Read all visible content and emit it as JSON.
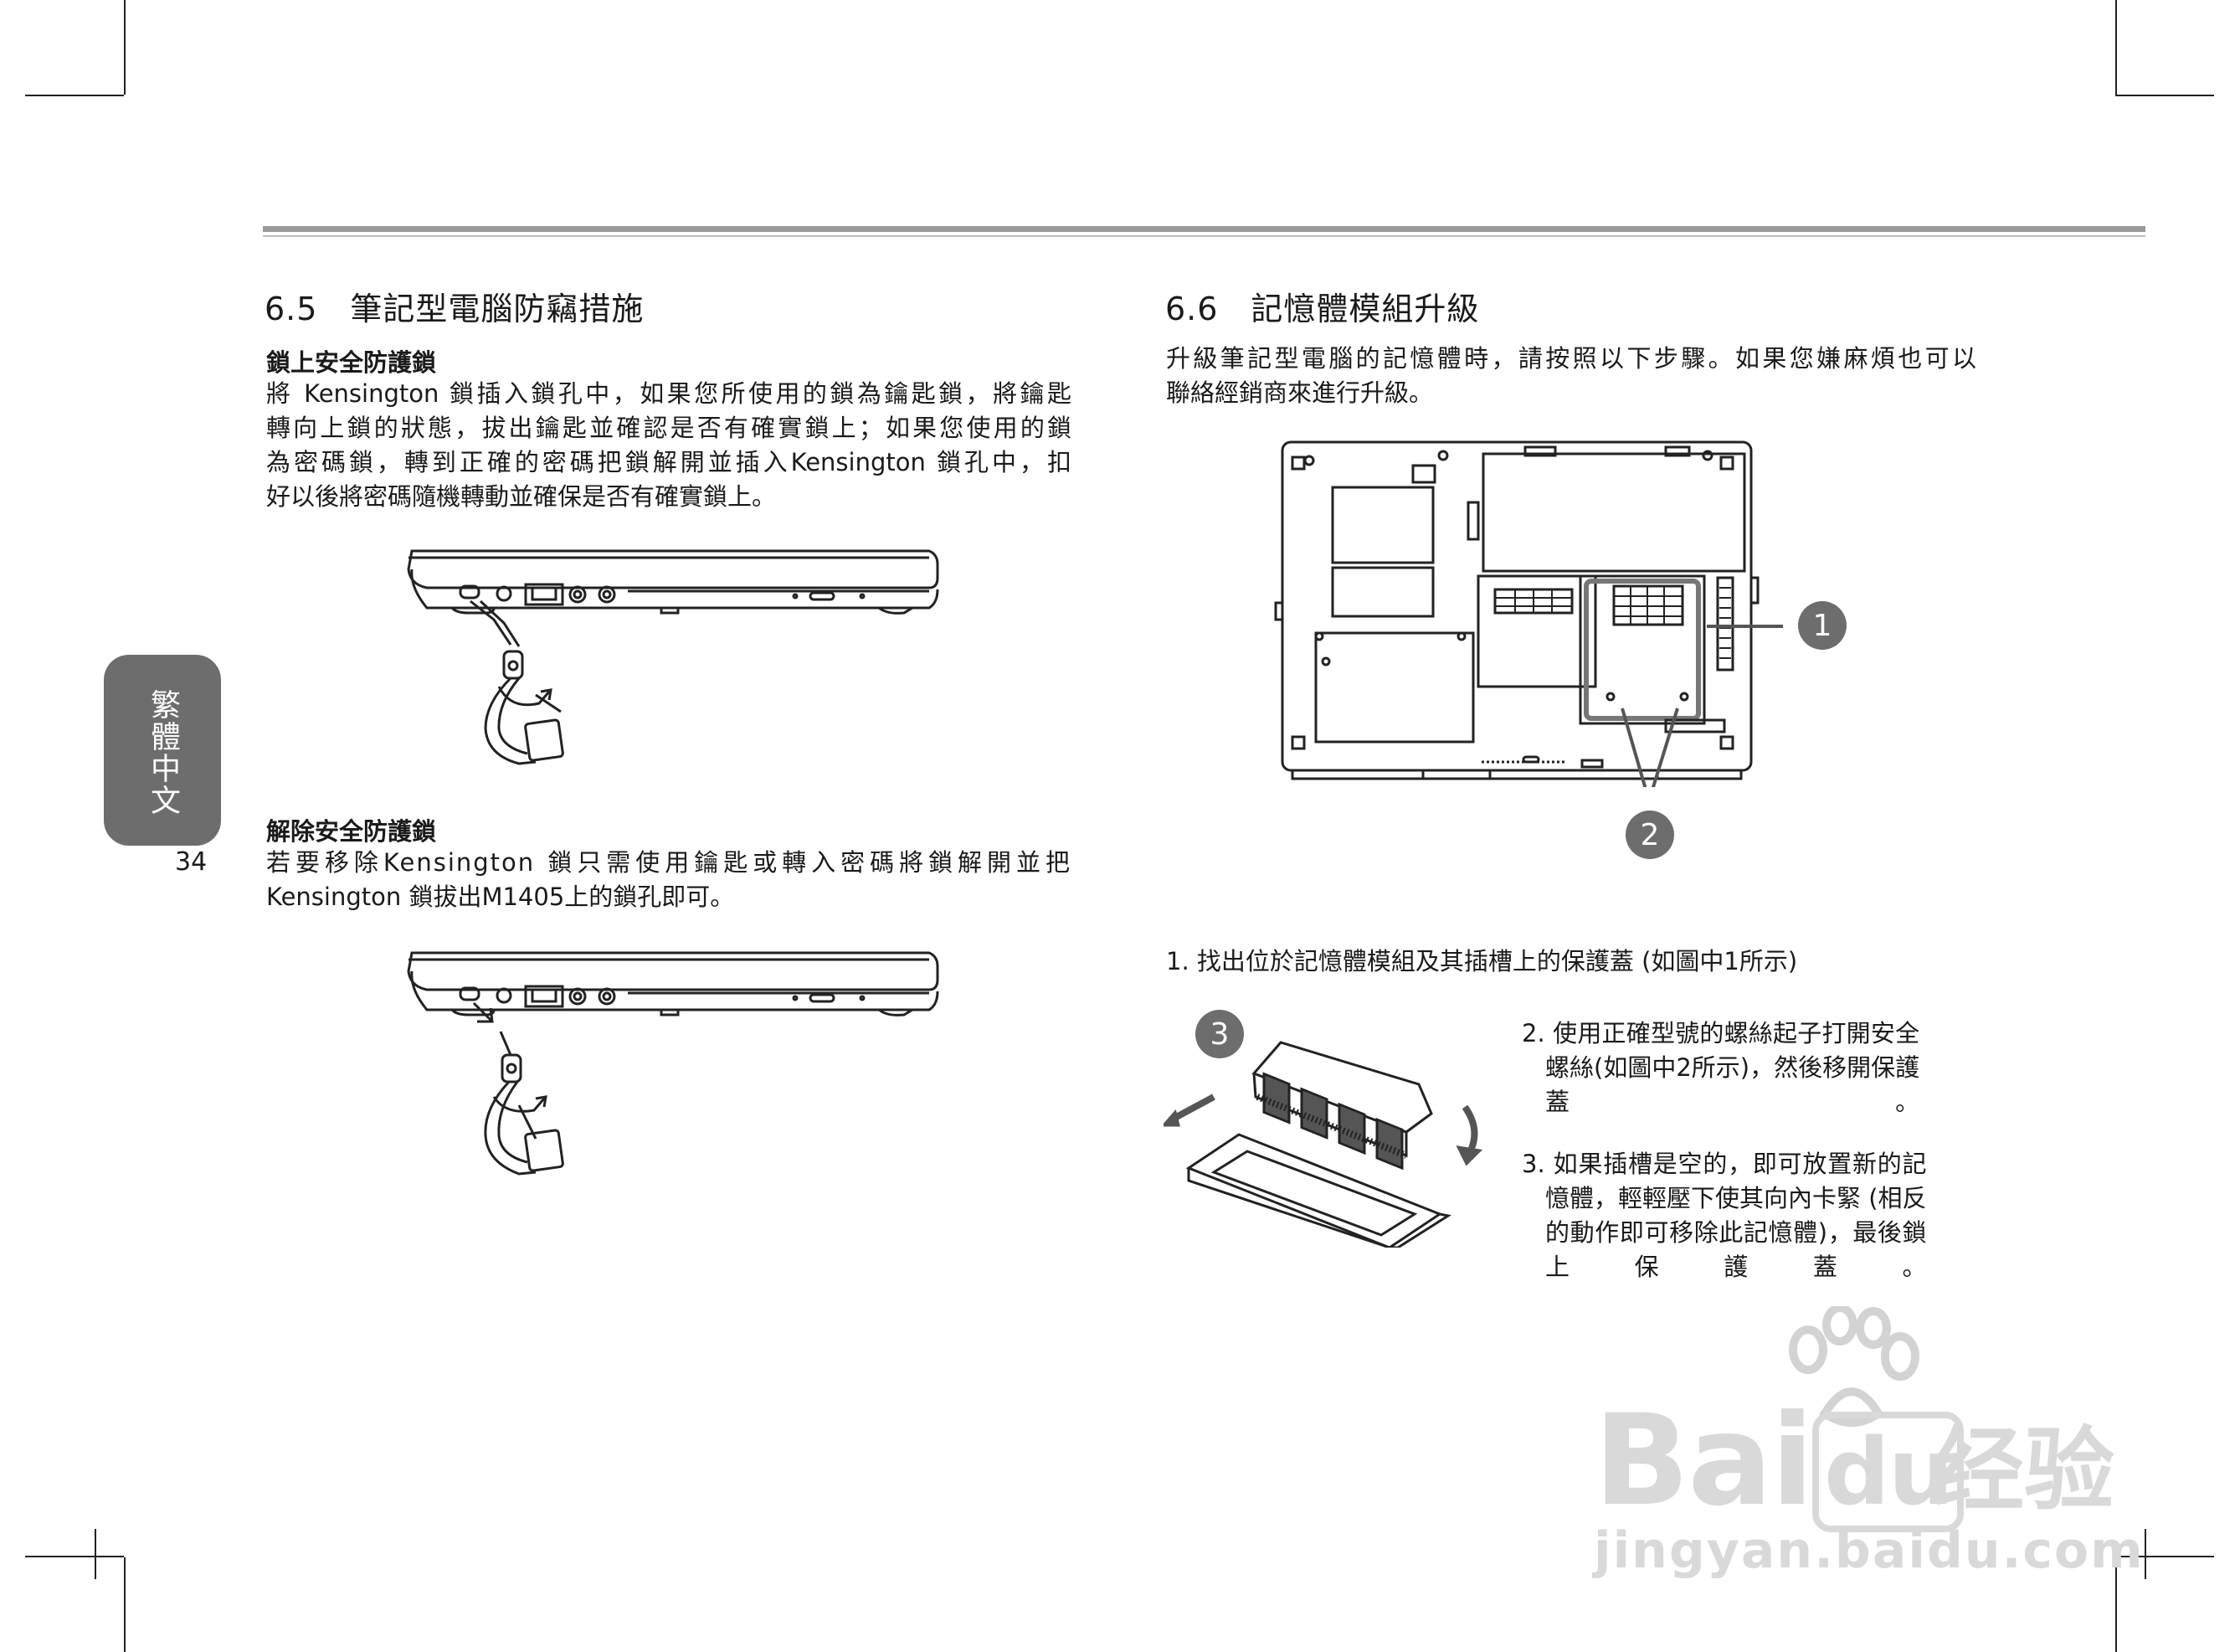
{
  "side_tab": {
    "label": "繁體中文"
  },
  "page_number": "34",
  "left": {
    "heading": "6.5　筆記型電腦防竊措施",
    "lock": {
      "title": "鎖上安全防護鎖",
      "lines": [
        "將 Kensington 鎖插入鎖孔中，如果您所使用的鎖為鑰匙鎖，將鑰匙",
        "轉向上鎖的狀態，拔出鑰匙並確認是否有確實鎖上；如果您使用的鎖",
        "為密碼鎖，轉到正確的密碼把鎖解開並插入Kensington 鎖孔中，扣",
        "好以後將密碼隨機轉動並確保是否有確實鎖上。"
      ]
    },
    "unlock": {
      "title": "解除安全防護鎖",
      "lines": [
        "若要移除Kensington 鎖只需使用鑰匙或轉入密碼將鎖解開並把",
        "Kensington 鎖拔出M1405上的鎖孔即可。"
      ]
    }
  },
  "right": {
    "heading": "6.6　記憶體模組升級",
    "intro_lines": [
      "升級筆記型電腦的記憶體時，請按照以下步驟。如果您嫌麻煩也可以",
      "聯絡經銷商來進行升級。"
    ],
    "callouts": {
      "c1": "1",
      "c2": "2",
      "c3": "3"
    },
    "step1": "1. 找出位於記憶體模組及其插槽上的保護蓋 (如圖中1所示)",
    "step2_lines": [
      "2. 使用正確型號的螺絲起子打開安全",
      "螺絲(如圖中2所示)，然後移開保護",
      "蓋。"
    ],
    "step3_lines": [
      "3. 如果插槽是空的，即可放置新的記",
      "憶體，輕輕壓下使其向內卡緊 (相反",
      "的動作即可移除此記憶體)，最後鎖",
      "上保護蓋。"
    ]
  },
  "watermark": {
    "brand": "Bai",
    "brand2": "du",
    "cn": "经验",
    "url": "jingyan.baidu.com"
  }
}
